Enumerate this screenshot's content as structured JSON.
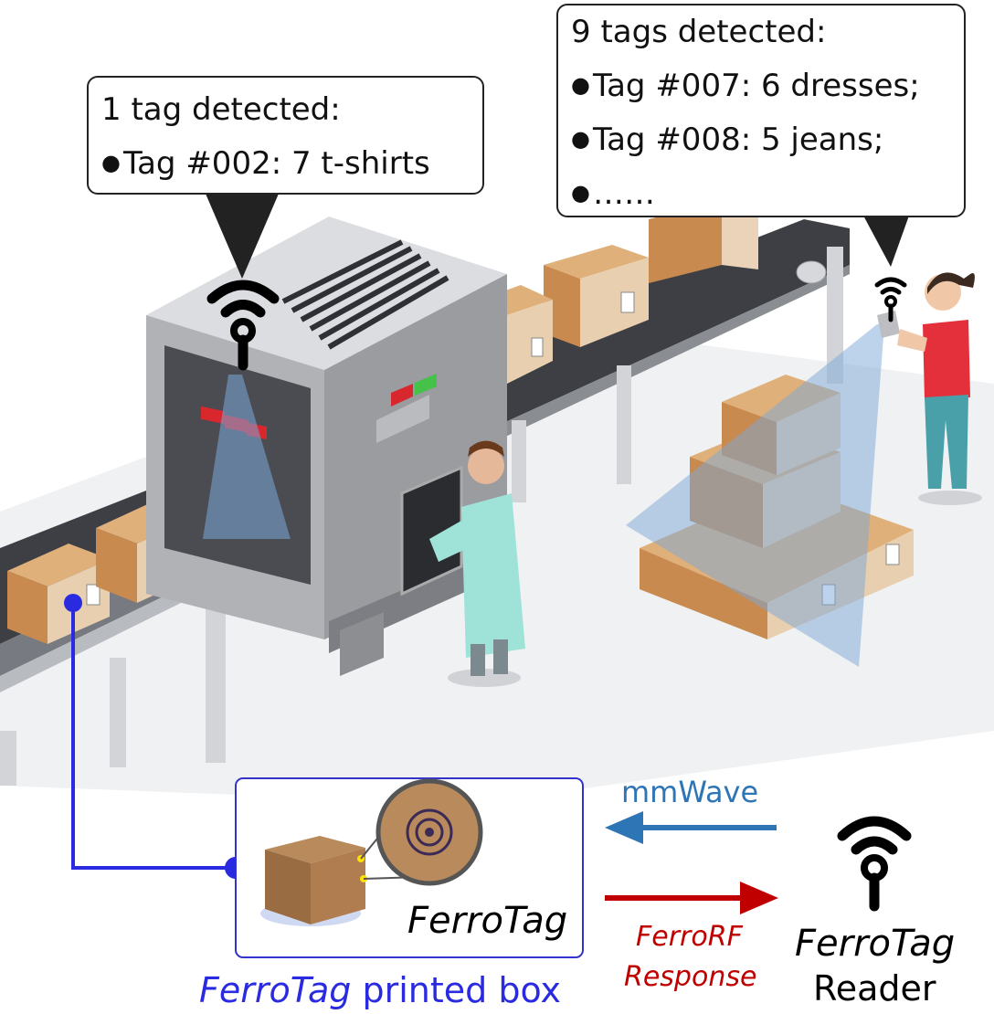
{
  "conveyor_callout": {
    "title": "1 tag detected:",
    "items": [
      "Tag #002: 7 t-shirts"
    ]
  },
  "handheld_callout": {
    "title": "9 tags detected:",
    "items": [
      "Tag #007: 6 dresses;",
      "Tag #008: 5 jeans;",
      "……"
    ]
  },
  "tag_panel": {
    "tag_label": "FerroTag",
    "caption_italic": "FerroTag",
    "caption_rest": " printed box"
  },
  "signals": {
    "mmwave_label": "mmWave",
    "response_line1": "FerroRF",
    "response_line2": "Response",
    "mmwave_color": "#2e75b6",
    "response_color": "#c00000"
  },
  "reader": {
    "label_line1": "FerroTag",
    "label_line2": "Reader"
  }
}
